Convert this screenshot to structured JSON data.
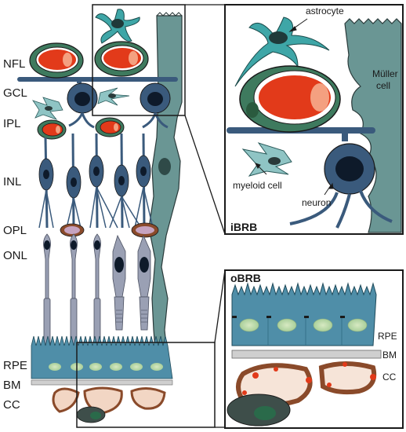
{
  "layers": {
    "nfl": "NFL",
    "gcl": "GCL",
    "ipl": "IPL",
    "inl": "INL",
    "opl": "OPL",
    "onl": "ONL",
    "rpe": "RPE",
    "bm": "BM",
    "cc": "CC"
  },
  "inset_inner": {
    "title": "iBRB",
    "astrocyte": "astrocyte",
    "muller": "Müller\ncell",
    "muller_line1": "Müller",
    "muller_line2": "cell",
    "myeloid": "myeloid cell",
    "neuron": "neuron"
  },
  "inset_outer": {
    "title": "oBRB",
    "rpe": "RPE",
    "bm": "BM",
    "cc": "CC"
  },
  "colors": {
    "outline": "#1a1a1a",
    "neuron_fill": "#3a5a7c",
    "neuron_dark": "#1f3a57",
    "photoreceptor": "#8d94a8",
    "photoreceptor_light": "#b3b8c7",
    "muller": "#5f8e8c",
    "astrocyte": "#3ea6a7",
    "myeloid": "#8fc4c4",
    "vessel_red": "#e23a1a",
    "vessel_orange": "#f07a3a",
    "vessel_brown": "#8a4a2a",
    "pericyte": "#3e7a5e",
    "rpe": "#4f8ea8",
    "rpe_nucleus": "#c9e0b4",
    "bm": "#bdbdbd"
  }
}
